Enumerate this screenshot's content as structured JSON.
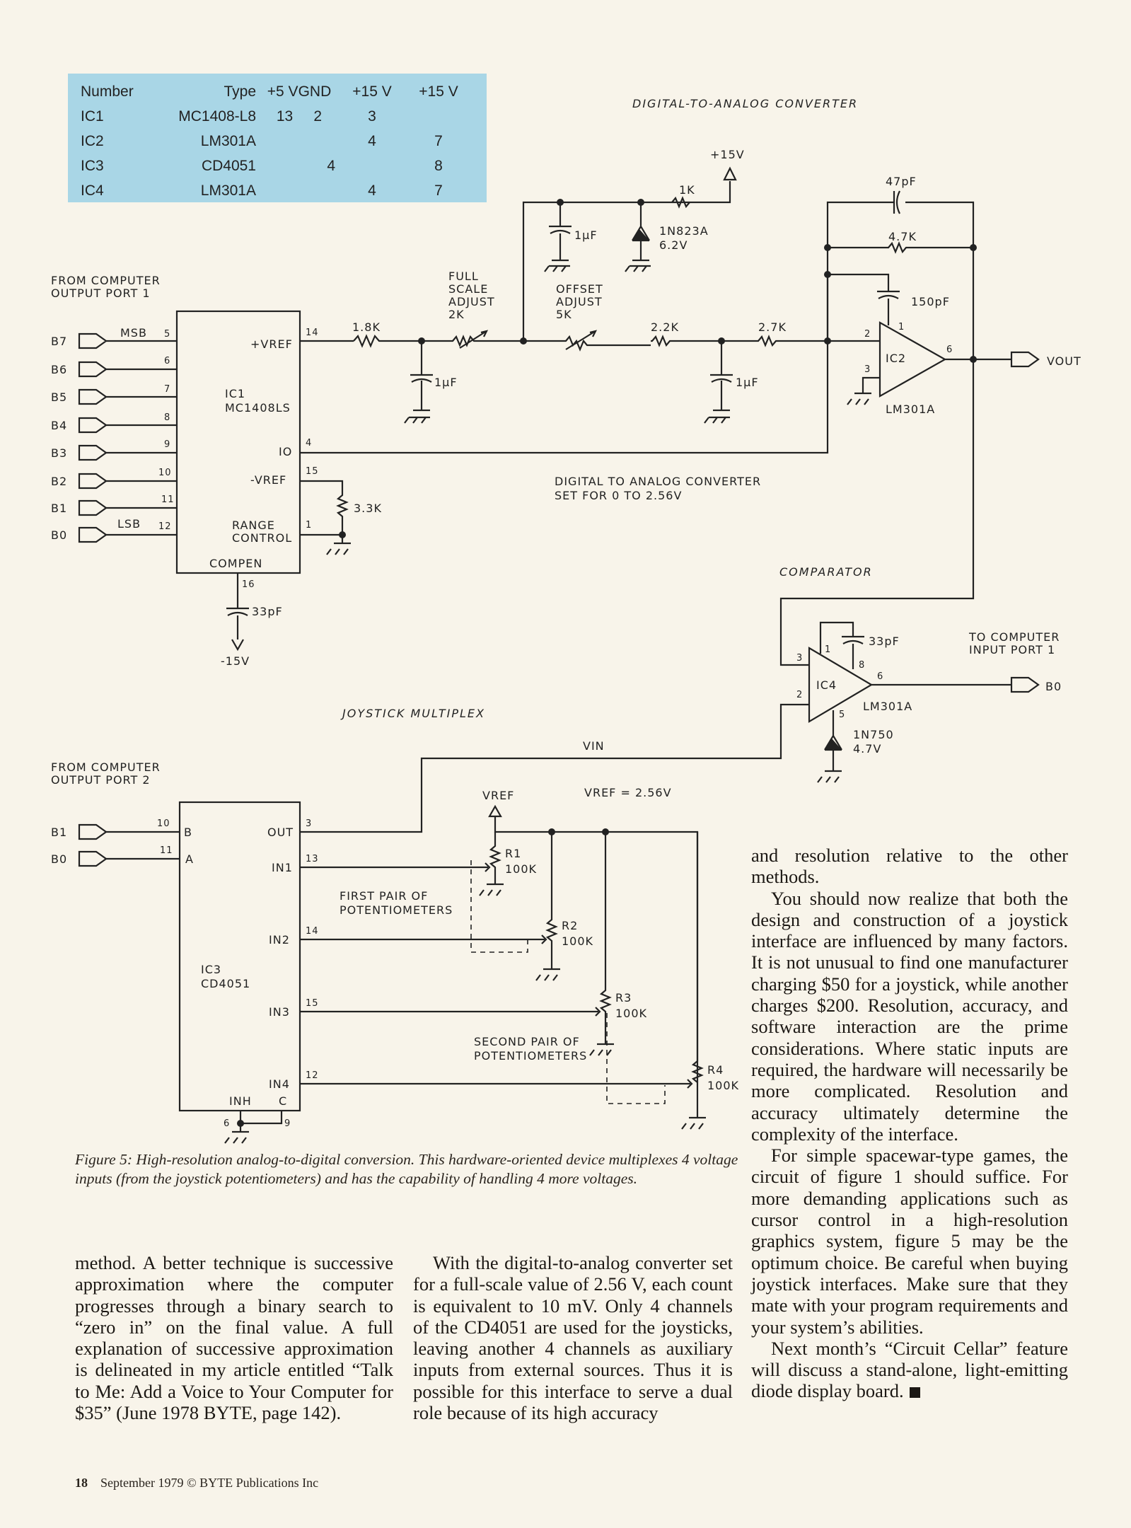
{
  "ic_table": {
    "headers": [
      "Number",
      "Type",
      "+5 V",
      "GND",
      "+15 V",
      "+15 V"
    ],
    "rows": [
      [
        "IC1",
        "MC1408-L8",
        "13",
        "2",
        "3",
        ""
      ],
      [
        "IC2",
        "LM301A",
        "",
        "",
        "4",
        "7"
      ],
      [
        "IC3",
        "CD4051",
        "",
        "4",
        "",
        "8"
      ],
      [
        "IC4",
        "LM301A",
        "",
        "",
        "4",
        "7"
      ]
    ]
  },
  "schematic": {
    "section_titles": {
      "dac": "DIGITAL-TO-ANALOG CONVERTER",
      "comparator": "COMPARATOR",
      "mux": "JOYSTICK MULTIPLEX"
    },
    "ports": {
      "out1": [
        "FROM COMPUTER",
        "OUTPUT PORT 1"
      ],
      "out2": [
        "FROM COMPUTER",
        "OUTPUT PORT 2"
      ],
      "in1": [
        "TO COMPUTER",
        "INPUT PORT 1"
      ]
    },
    "dac_bits": [
      "B7",
      "B6",
      "B5",
      "B4",
      "B3",
      "B2",
      "B1",
      "B0"
    ],
    "dac_pins": [
      "5",
      "6",
      "7",
      "8",
      "9",
      "10",
      "11",
      "12"
    ],
    "msb": "MSB",
    "lsb": "LSB",
    "ic1": {
      "name": "IC1",
      "part": "MC1408LS",
      "vref_pos": "+VREF",
      "io": "IO",
      "vref_neg": "-VREF",
      "range": [
        "RANGE",
        "CONTROL"
      ],
      "compen": "COMPEN",
      "pins": {
        "vref": "14",
        "io": "4",
        "vrefneg": "15",
        "range": "1",
        "compen": "16"
      }
    },
    "components": {
      "r18k": "1.8K",
      "full_scale": [
        "FULL",
        "SCALE",
        "ADJUST",
        "2K"
      ],
      "offset": [
        "OFFSET",
        "ADJUST",
        "5K"
      ],
      "r22k": "2.2K",
      "r27k": "2.7K",
      "r1k": "1K",
      "p15v": "+15V",
      "cap1uf": "1μF",
      "zener1": [
        "1N823A",
        "6.2V"
      ],
      "c47": "47pF",
      "r47k": "4.7K",
      "c150": "150pF",
      "r33k": "3.3K",
      "c33a": "33pF",
      "m15v": "-15V",
      "c33b": "33pF",
      "zener2": [
        "1N750",
        "4.7V"
      ]
    },
    "ic2": {
      "name": "IC2",
      "part": "LM301A",
      "pins": [
        "2",
        "3",
        "1",
        "6"
      ]
    },
    "ic4": {
      "name": "IC4",
      "part": "LM301A",
      "pins": [
        "3",
        "2",
        "1",
        "8",
        "6",
        "5"
      ]
    },
    "vout": "VOUT",
    "b0_out": "B0",
    "dac_note": [
      "DIGITAL TO ANALOG CONVERTER",
      "SET FOR 0 TO 2.56V"
    ],
    "vin": "VIN",
    "vref": "VREF",
    "vref_val": "VREF = 2.56V",
    "mux_bits": [
      "B1",
      "B0"
    ],
    "mux_pins": [
      "10",
      "11"
    ],
    "ic3": {
      "name": "IC3",
      "part": "CD4051",
      "b": "B",
      "a": "A",
      "out": "OUT",
      "inputs": [
        "IN1",
        "IN2",
        "IN3",
        "IN4"
      ],
      "input_pins": [
        "13",
        "14",
        "15",
        "12"
      ],
      "out_pin": "3",
      "inh": "INH",
      "c": "C",
      "inh_pin": "6",
      "c_pin": "9"
    },
    "pots": [
      {
        "name": "R1",
        "value": "100K"
      },
      {
        "name": "R2",
        "value": "100K"
      },
      {
        "name": "R3",
        "value": "100K"
      },
      {
        "name": "R4",
        "value": "100K"
      }
    ],
    "pair1": [
      "FIRST PAIR OF",
      "POTENTIOMETERS"
    ],
    "pair2": [
      "SECOND PAIR OF",
      "POTENTIOMETERS"
    ]
  },
  "caption": "Figure 5: High-resolution analog-to-digital conversion. This hardware-oriented device multiplexes 4 voltage inputs (from the joystick potentiometers) and has the capability of handling 4 more voltages.",
  "col1": "method. A better technique is successive approximation where the computer progresses through a binary search to “zero in” on the final value. A full explanation of successive approximation is delineated in my article entitled “Talk to Me: Add a Voice to Your Computer for $35” (June 1978 BYTE, page 142).",
  "col2": "With the digital-to-analog converter set for a full-scale value of 2.56 V, each count is equivalent to 10 mV. Only 4 channels of the CD4051 are used for the joysticks, leaving another 4 channels as auxiliary inputs from external sources. Thus it is possible for this interface to serve a dual role because of its high accuracy",
  "col3": [
    "and resolution relative to the other methods.",
    "You should now realize that both the design and construction of a joystick interface are influenced by many factors. It is not unusual to find one manufacturer charging $50 for a joystick, while another charges $200. Resolution, accuracy, and software interaction are the prime considerations. Where static inputs are required, the hardware will necessarily be more complicated. Resolution and accuracy ultimately determine the complexity of the interface.",
    "For simple spacewar-type games, the circuit of figure 1 should suffice. For more demanding applications such as cursor control in a high-resolution graphics system, figure 5 may be the optimum choice. Be careful when buying joystick interfaces. Make sure that they mate with your program requirements and your system’s abilities.",
    "Next month’s “Circuit Cellar” feature will discuss a stand-alone, light-emitting diode display board."
  ],
  "footer": {
    "page": "18",
    "text": "September 1979 © BYTE Publications Inc"
  }
}
